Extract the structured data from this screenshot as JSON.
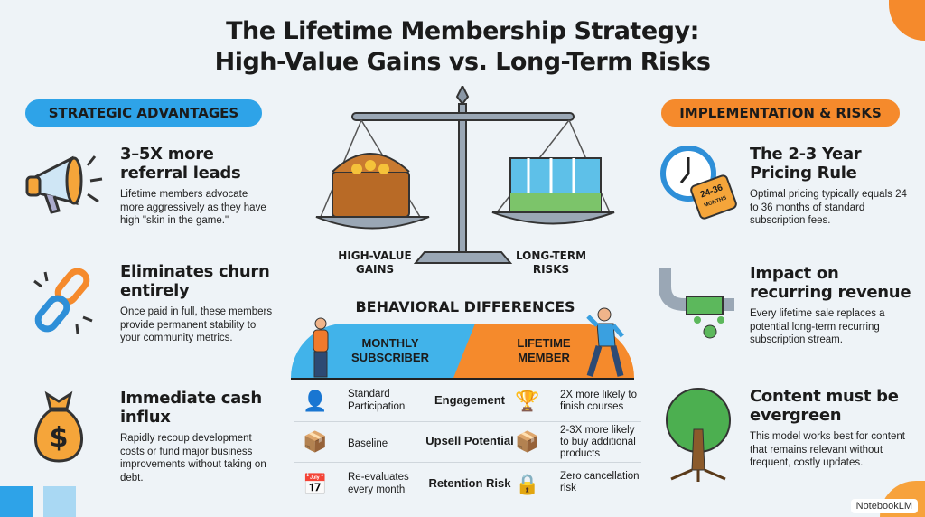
{
  "title": {
    "line1": "The Lifetime Membership Strategy:",
    "line2": "High-Value Gains vs. Long-Term Risks"
  },
  "left": {
    "heading": "STRATEGIC ADVANTAGES",
    "items": [
      {
        "title": "3–5X more referral leads",
        "body": "Lifetime members advocate more aggressively as they have high \"skin in the game.\"",
        "icon": "megaphone-icon"
      },
      {
        "title": "Eliminates churn entirely",
        "body": "Once paid in full, these members provide permanent stability to your community metrics.",
        "icon": "broken-chain-icon"
      },
      {
        "title": "Immediate cash influx",
        "body": "Rapidly recoup development costs or fund major business improvements without taking on debt.",
        "icon": "money-bag-icon"
      }
    ]
  },
  "right": {
    "heading": "IMPLEMENTATION & RISKS",
    "items": [
      {
        "title": "The 2-3 Year Pricing Rule",
        "body": "Optimal pricing typically equals 24 to 36 months of standard subscription fees.",
        "icon": "clock-price-tag-icon",
        "tag": "24-36",
        "tag_sub": "MONTHS"
      },
      {
        "title": "Impact on recurring revenue",
        "body": "Every lifetime sale replaces a potential long-term recurring subscription stream.",
        "icon": "leaking-pipe-icon"
      },
      {
        "title": "Content must be evergreen",
        "body": "This model works best for content that remains relevant without frequent, costly updates.",
        "icon": "tree-icon"
      }
    ]
  },
  "scale": {
    "left_label": "HIGH-VALUE GAINS",
    "right_label": "LONG-TERM RISKS"
  },
  "behavior": {
    "heading": "BEHAVIORAL DIFFERENCES",
    "monthly": "MONTHLY SUBSCRIBER",
    "lifetime": "LIFETIME MEMBER",
    "rows": [
      {
        "metric": "Engagement",
        "monthly": "Standard Participation",
        "lifetime": "2X more likely to finish courses"
      },
      {
        "metric": "Upsell Potential",
        "monthly": "Baseline",
        "lifetime": "2-3X more likely to buy additional products"
      },
      {
        "metric": "Retention Risk",
        "monthly": "Re-evaluates every month",
        "lifetime": "Zero cancellation risk"
      }
    ]
  },
  "footer": {
    "brand": "NotebookLM"
  },
  "colors": {
    "blue": "#2ea3e8",
    "orange": "#f58a2c",
    "bg": "#eef3f7"
  }
}
